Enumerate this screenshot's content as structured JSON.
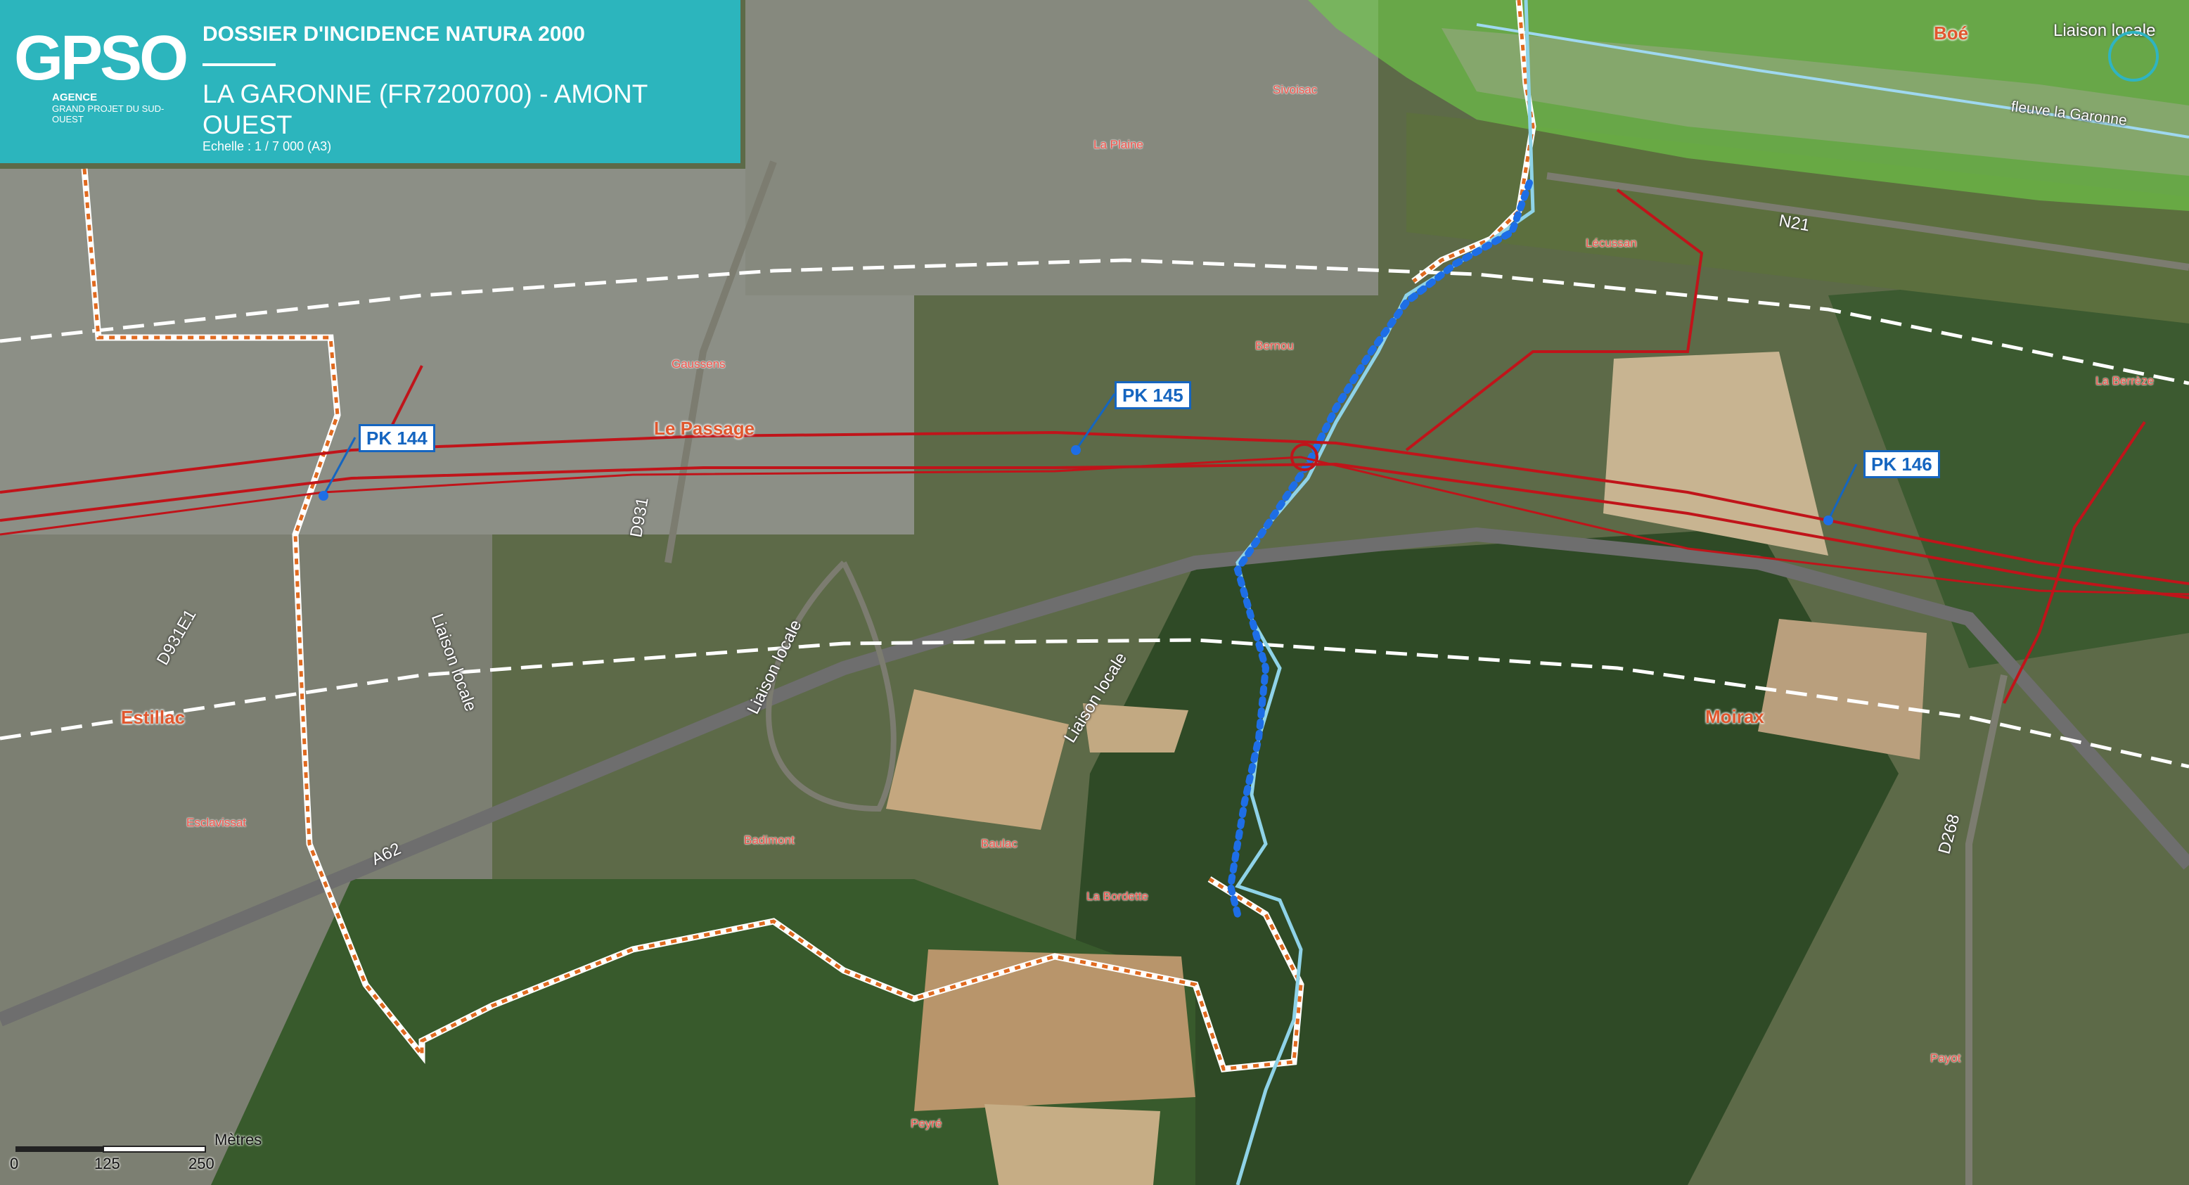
{
  "header": {
    "logo": "GPSO",
    "logo_sub1": "AGENCE",
    "logo_sub2": "GRAND PROJET DU SUD-OUEST",
    "dossier": "DOSSIER D'INCIDENCE NATURA 2000",
    "title": "LA GARONNE (FR7200700) - AMONT OUEST",
    "scale": "Echelle : 1 / 7 000 (A3)"
  },
  "pk_labels": [
    "PK 144",
    "PK 145",
    "PK 146"
  ],
  "places": {
    "boe": "Boé",
    "liaison_top": "Liaison locale",
    "fleuve": "fleuve la Garonne",
    "n21": "N21",
    "sivoisac": "Sivoisac",
    "la_plaine": "La Plaine",
    "lecussan": "Lécussan",
    "bernou": "Bernou",
    "gaussens": "Gaussens",
    "le_passage": "Le Passage",
    "la_berreze": "La Berrèze",
    "d931": "D931",
    "d931e1": "D931E1",
    "liaison_1": "Liaison locale",
    "liaison_2": "Liaison locale",
    "liaison_3": "Liaison locale",
    "estillac": "Estillac",
    "moirax": "Moirax",
    "esclavissat": "Esclavissat",
    "badimont": "Badimont",
    "baulac": "Baulac",
    "la_bordette": "La Bordette",
    "a62": "A62",
    "d268": "D268",
    "payot": "Payot",
    "peyre": "Peyré"
  },
  "scalebar": {
    "t0": "0",
    "t1": "125",
    "t2": "250",
    "unit": "Mètres"
  },
  "colors": {
    "header": "#2cb5bd",
    "river": "#8fd3e8",
    "natura": "#f0a030",
    "project": "#c0141a",
    "pk": "#1565c0"
  }
}
